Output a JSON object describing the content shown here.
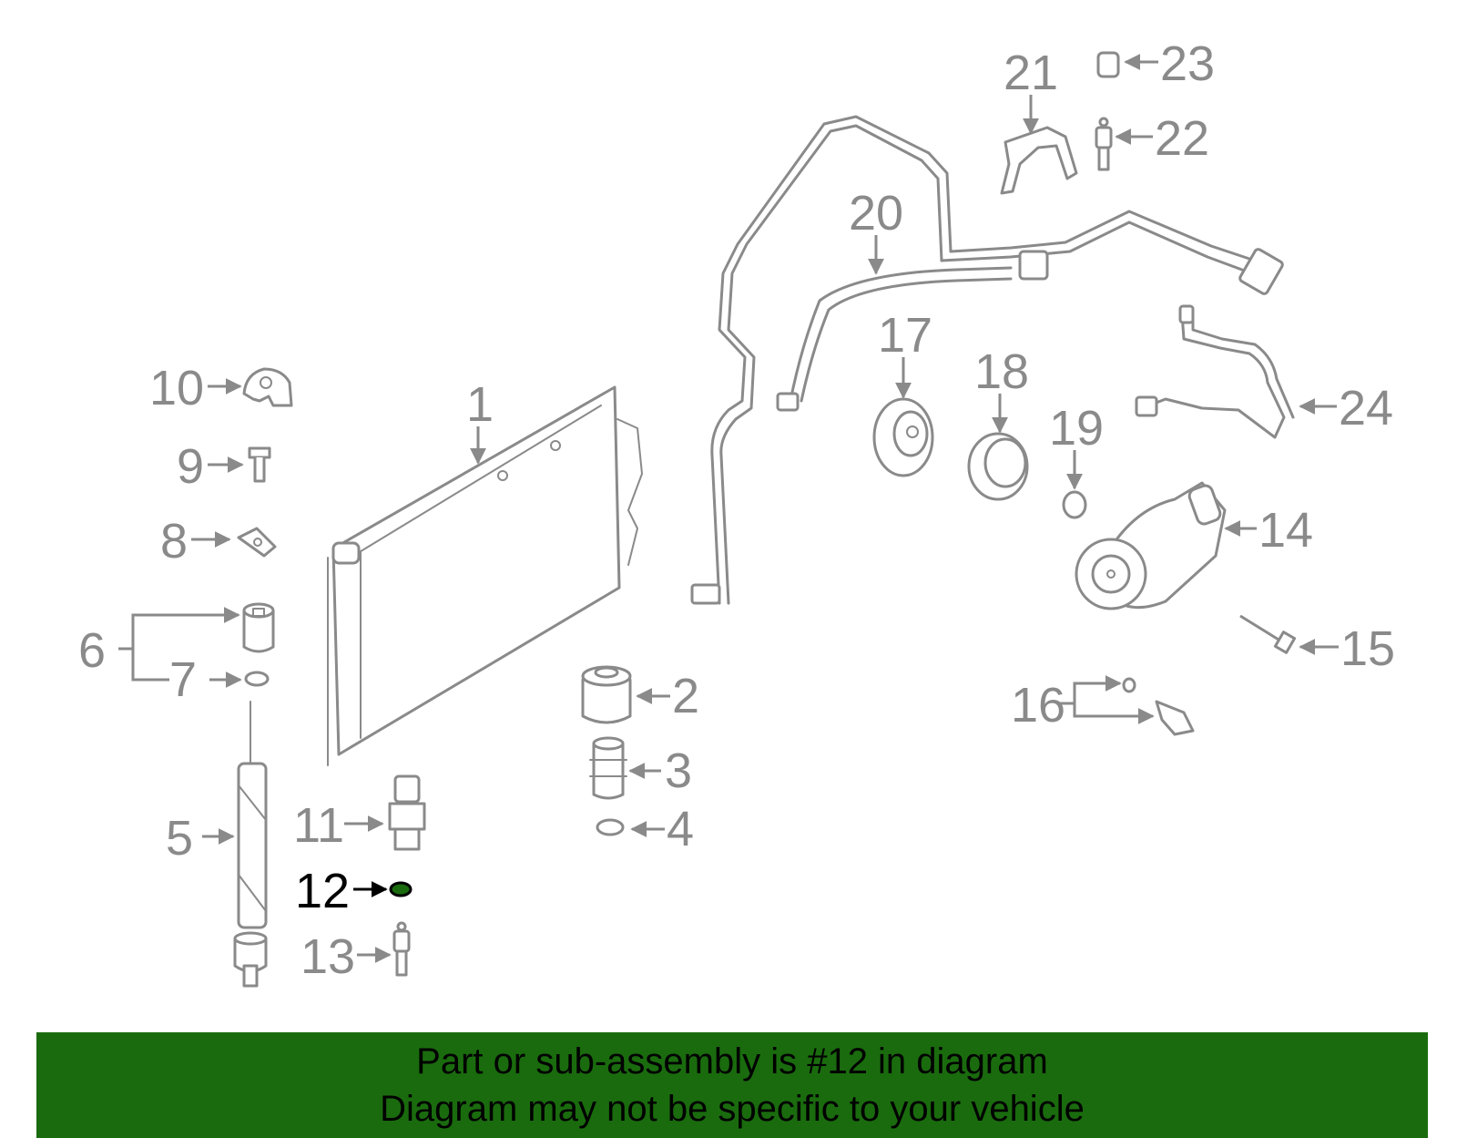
{
  "diagram": {
    "callouts": [
      "1",
      "2",
      "3",
      "4",
      "5",
      "6",
      "7",
      "8",
      "9",
      "10",
      "11",
      "12",
      "13",
      "14",
      "15",
      "16",
      "17",
      "18",
      "19",
      "20",
      "21",
      "22",
      "23",
      "24"
    ],
    "highlighted_callout": "12",
    "colors": {
      "line": "#8a8a8a",
      "highlight_part": "#1a6b0e",
      "highlight_text": "#000000"
    }
  },
  "banner": {
    "line1": "Part or sub-assembly is #12 in diagram",
    "line2": "Diagram may not be specific to your vehicle",
    "background": "#1a6b0e"
  }
}
